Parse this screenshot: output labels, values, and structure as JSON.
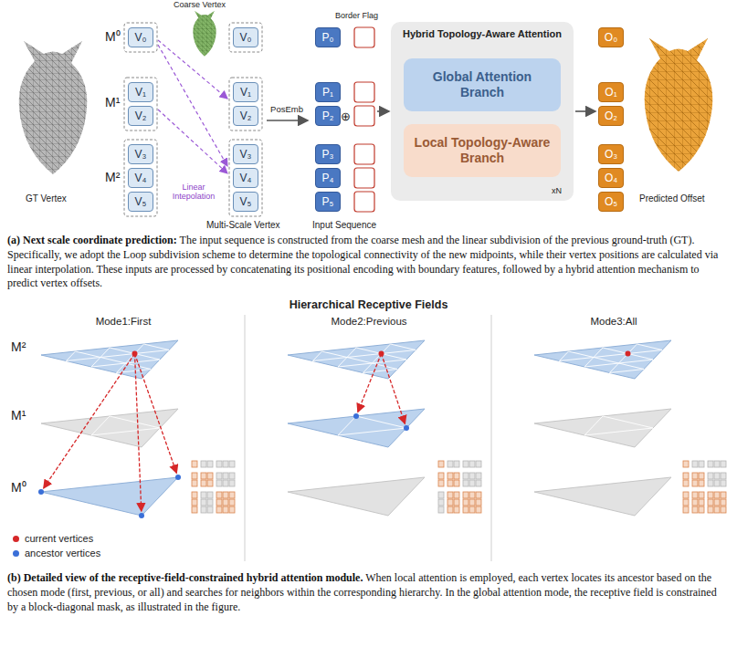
{
  "diagram": {
    "title": "Hierarchical Receptive Fields",
    "nodes": [
      {
        "text": [
          "V₀"
        ]
      },
      {
        "text": [
          "V₁"
        ]
      },
      {
        "text": [
          "V₂"
        ]
      },
      {
        "text": [
          "V₃"
        ]
      },
      {
        "text": [
          "V₄"
        ]
      },
      {
        "text": [
          "V₅"
        ]
      },
      {
        "text": [
          "V₀"
        ]
      },
      {
        "text": [
          "V₁"
        ]
      },
      {
        "text": [
          "V₂"
        ]
      },
      {
        "text": [
          "V₃"
        ]
      },
      {
        "text": [
          "V₄"
        ]
      },
      {
        "text": [
          "V₅"
        ]
      },
      {
        "text": [
          "P₀"
        ]
      },
      {
        "text": [
          "P₁"
        ]
      },
      {
        "text": [
          "P₂"
        ]
      },
      {
        "text": [
          "P₃"
        ]
      },
      {
        "text": [
          "P₄"
        ]
      },
      {
        "text": [
          "P₅"
        ]
      },
      {
        "text": [
          "Hybrid Topology-Aware Attention"
        ]
      },
      {
        "text": [
          "Global Attention Branch"
        ],
        "in": 18
      },
      {
        "text": [
          "Local Topology-Aware Branch"
        ],
        "in": 18
      },
      {
        "text": [
          "O₀"
        ]
      },
      {
        "text": [
          "O₁"
        ]
      },
      {
        "text": [
          "O₂"
        ]
      },
      {
        "text": [
          "O₃"
        ]
      },
      {
        "text": [
          "O₄"
        ]
      },
      {
        "text": [
          "O₅"
        ]
      }
    ],
    "labels": [
      "Coarse Vertex",
      "Border Flag",
      "M⁰",
      "M¹",
      "M²",
      "GT Vertex",
      "Linear Intepolation",
      "Multi-Scale Vertex",
      "PosEmb",
      "⊕",
      "Input Sequence",
      "xN",
      "Predicted Offset",
      "(a) Next scale coordinate prediction:",
      "The input sequence is constructed from the coarse mesh and the linear subdivision of the previous ground-truth (GT). Specifically, we adopt the Loop subdivision scheme to determine the topological connectivity of the new midpoints, while their vertex positions are calculated via linear interpolation. These inputs are processed by concatenating its positional encoding with boundary features, followed by a hybrid attention mechanism to predict vertex offsets.",
      "Mode1:First",
      "Mode2:Previous",
      "Mode3:All",
      "M²",
      "M¹",
      "M⁰",
      "(b) Detailed view of the receptive-field-constrained hybrid attention module.",
      "When local attention is employed, each vertex locates its ancestor based on the chosen mode (first, previous, or all) and searches for neighbors within the corresponding hierarchy. In the global attention mode, the receptive field is constrained by a block-diagonal mask, as illustrated in the figure."
    ],
    "legend": [
      {
        "text": "current vertices",
        "color": "#d62728"
      },
      {
        "text": "ancestor vertices",
        "color": "#3a6fd8"
      }
    ]
  }
}
